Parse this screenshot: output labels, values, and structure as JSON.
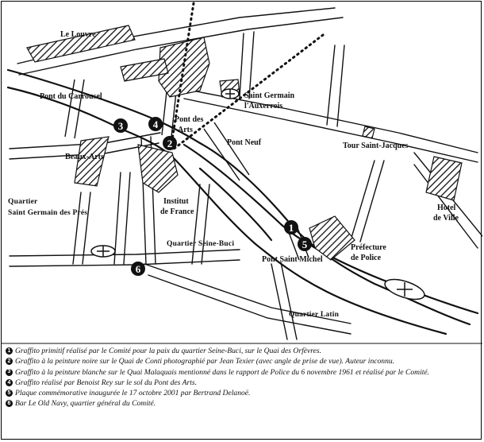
{
  "map": {
    "labels": {
      "louvre": "Le Louvre",
      "pont_carrousel": "Pont du Carrousel",
      "saint_germain": "Saint Germain",
      "auxerrois": "l'Auxerrois",
      "pont_des": "Pont des",
      "arts": "Arts",
      "pont_neuf": "Pont Neuf",
      "tour_saint_jacques": "Tour Saint-Jacques",
      "beaux_arts": "Beaux-Arts",
      "institut": "Institut",
      "de_france": "de France",
      "hotel": "Hotel",
      "de_ville": "de Ville",
      "quartier_sgdp_1": "Quartier",
      "quartier_sgdp_2": "Saint Germain des Prés",
      "quartier_seine_buci": "Quartier Seine-Buci",
      "prefecture": "Préfecture",
      "de_police": "de Police",
      "pont_saint_michel": "Pont Saint Michel",
      "quartier_latin": "Quartier Latin"
    },
    "markers": [
      "1",
      "2",
      "3",
      "4",
      "5",
      "6"
    ]
  },
  "legend": [
    {
      "num": "1",
      "text": "Graffito primitif réalisé par le Comité pour la paix du quartier Seine-Buci, sur le Quai des Orfèvres."
    },
    {
      "num": "2",
      "text": "Graffito à la peinture noire sur le Quai de Conti photographié par Jean Texier (avec angle de prise de vue). Auteur inconnu."
    },
    {
      "num": "3",
      "text": "Graffito à la peinture blanche sur le Quai Malaquais mentionné dans le rapport de Police du 6 novembre 1961 et réalisé par le Comité."
    },
    {
      "num": "4",
      "text": "Graffito réalisé par Benoist Rey sur le sol du Pont des Arts."
    },
    {
      "num": "5",
      "text": "Plaque commémorative inaugurée le 17 octobre 2001 par Bertrand Delanoë."
    },
    {
      "num": "6",
      "text": "Bar Le Old Navy, quartier général du Comité."
    }
  ]
}
